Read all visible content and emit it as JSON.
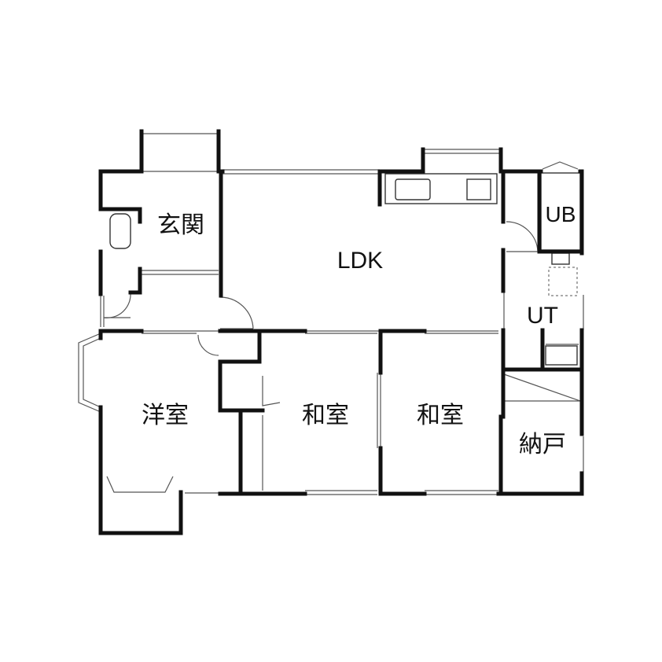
{
  "floor_plan": {
    "rooms": {
      "entrance": "玄関",
      "ldk": "LDK",
      "bath": "UB",
      "utility": "UT",
      "western_room": "洋室",
      "japanese_room_1": "和室",
      "japanese_room_2": "和室",
      "storage": "納戸"
    },
    "colors": {
      "wall": "#111111",
      "background": "#ffffff"
    }
  }
}
